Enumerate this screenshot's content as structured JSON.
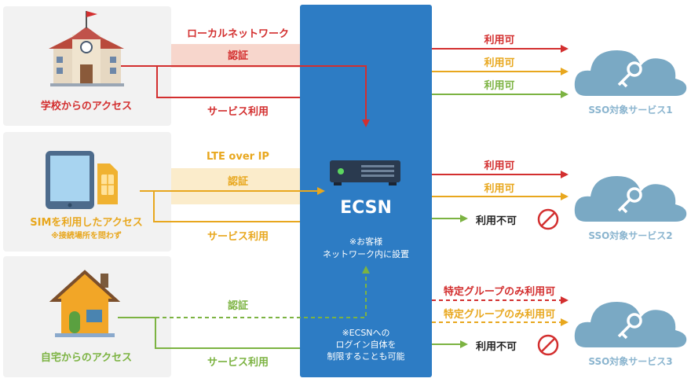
{
  "colors": {
    "red": "#d32f2f",
    "orange": "#e8a71e",
    "green": "#7cb342",
    "blue": "#2d7cc4",
    "cloud": "#7aa9c4"
  },
  "sources": {
    "school": {
      "label": "学校からのアクセス",
      "icon": "school-building-icon"
    },
    "sim": {
      "label": "SIMを利用したアクセス",
      "note": "※接続場所を問わず",
      "icon": "tablet-sim-icon"
    },
    "home": {
      "label": "自宅からのアクセス",
      "icon": "house-icon"
    }
  },
  "connections": {
    "school": {
      "network": "ローカルネットワーク",
      "auth": "認証",
      "service": "サービス利用"
    },
    "sim": {
      "network": "LTE over IP",
      "auth": "認証",
      "service": "サービス利用"
    },
    "home": {
      "auth": "認証",
      "service": "サービス利用"
    }
  },
  "ecsn": {
    "name": "ECSN",
    "icon": "server-icon",
    "note_line1": "※お客様",
    "note_line2": "ネットワーク内に設置",
    "note2_line1": "※ECSNへの",
    "note2_line2": "ログイン自体を",
    "note2_line3": "制限することも可能"
  },
  "outputs": {
    "service1": [
      "利用可",
      "利用可",
      "利用可"
    ],
    "service2": [
      "利用可",
      "利用可",
      "利用不可"
    ],
    "service3": [
      "特定グループのみ利用可",
      "特定グループのみ利用可",
      "利用不可"
    ]
  },
  "services": [
    {
      "label": "SSO対象サービス1",
      "icon": "key-cloud-icon"
    },
    {
      "label": "SSO対象サービス2",
      "icon": "key-cloud-icon"
    },
    {
      "label": "SSO対象サービス3",
      "icon": "key-cloud-icon"
    }
  ]
}
